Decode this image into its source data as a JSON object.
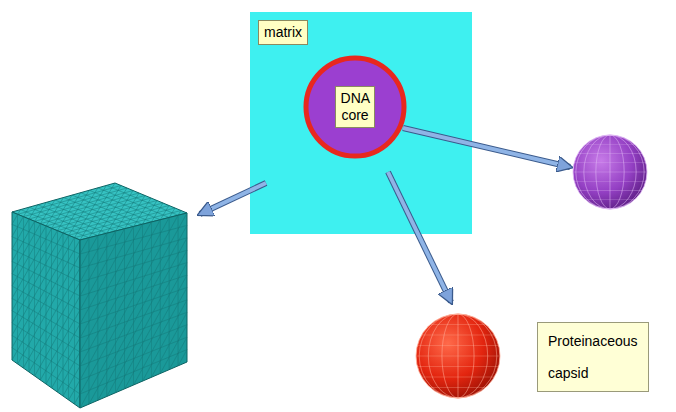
{
  "diagram": {
    "nodes": [
      {
        "text": [
          "matrix"
        ]
      },
      {
        "text": [
          "DNA core"
        ],
        "in": 0
      },
      {
        "text": [
          "Proteinaceous capsid"
        ]
      }
    ]
  }
}
